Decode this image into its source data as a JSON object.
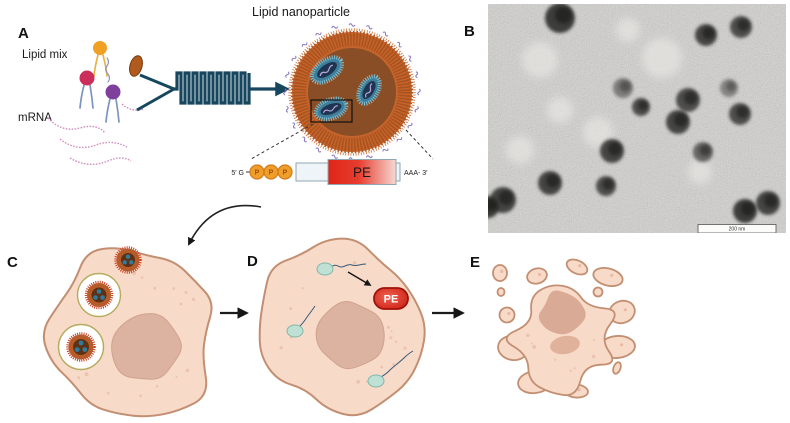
{
  "panels": {
    "a": "A",
    "b": "B",
    "c": "C",
    "d": "D",
    "e": "E"
  },
  "panel_a": {
    "lipid_mix_label": "Lipid mix",
    "mrna_label": "mRNA",
    "nanoparticle_title": "Lipid nanoparticle",
    "construct": {
      "five_prime": "5′ G",
      "phosphate_label": "P",
      "gene_label": "PE",
      "three_prime": "AAA- 3′"
    }
  },
  "panel_b": {
    "scale_bar_label": "200 nm"
  },
  "panel_d": {
    "protein_badge_label": "PE"
  },
  "colors": {
    "channel_teal": "#17475f",
    "lnp_ring_orange": "#c4632b",
    "lnp_core_brown": "#8a4e26",
    "mrna_pink": "#d08fc0",
    "pe_red": "#df2a1e",
    "phosphate_orange": "#f09e2b",
    "cell_fill": "#f8dac8",
    "cell_stroke": "#c28f72",
    "nucleus_fill": "#dcb2a0",
    "ribosome_teal": "#bfe0d4",
    "endosome_ring": "#b5ab5e",
    "tem_background": "#d3d2cf"
  }
}
